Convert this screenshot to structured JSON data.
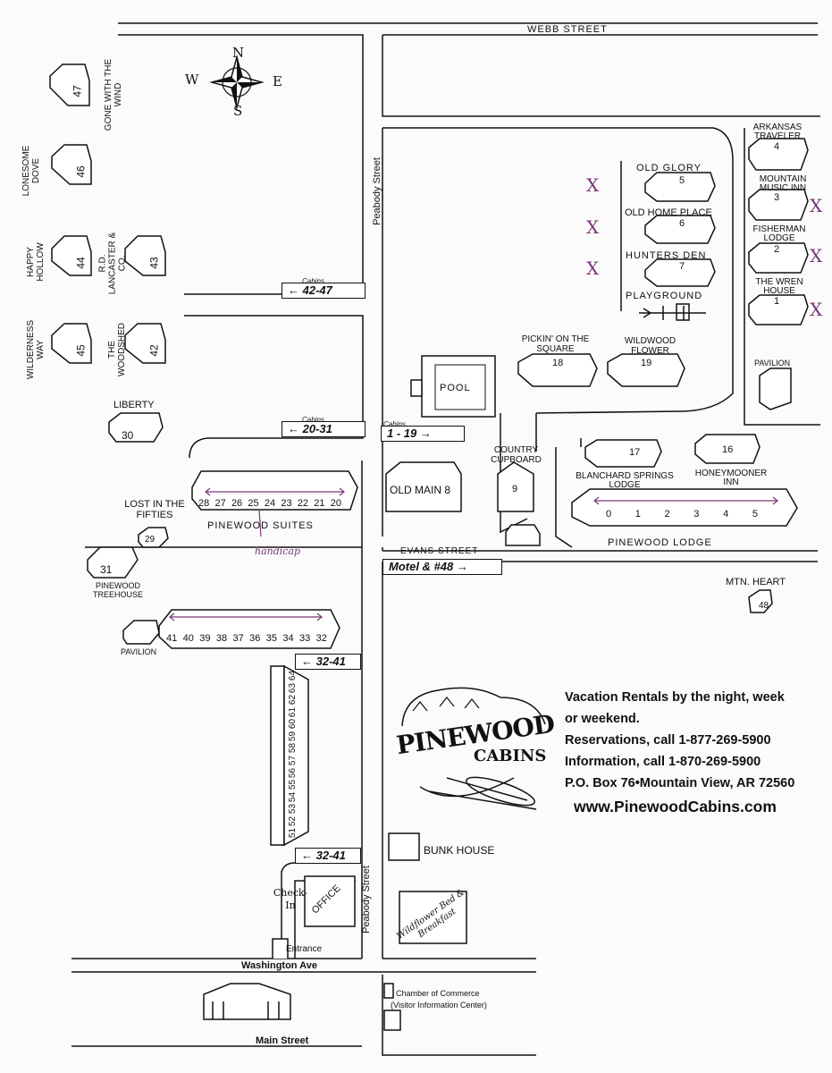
{
  "compass": {
    "n": "N",
    "s": "S",
    "e": "E",
    "w": "W"
  },
  "streets": {
    "webb": "WEBB STREET",
    "peabody_upper": "Peabody Street",
    "peabody_lower": "Peabody Street",
    "evans": "EVANS STREET",
    "washington": "Washington Ave",
    "main": "Main Street"
  },
  "signs": {
    "cabins_small": "Cabins",
    "sign_42_47": "42-47",
    "sign_20_31": "20-31",
    "sign_1_19": "1 - 19",
    "motel": "Motel & #48",
    "sign_32_41_top": "32-41",
    "sign_32_41_bottom": "32-41"
  },
  "cabins": {
    "c47": {
      "num": "47",
      "name": "GONE WITH THE WIND"
    },
    "c46": {
      "num": "46",
      "name": "LONESOME DOVE"
    },
    "c44": {
      "num": "44",
      "name": "HAPPY HOLLOW"
    },
    "c43": {
      "num": "43",
      "name": "R.D. LANCASTER & CO."
    },
    "c45": {
      "num": "45",
      "name": "WILDERNESS WAY"
    },
    "c42": {
      "num": "42",
      "name": "THE WOODSHED"
    },
    "c30": {
      "num": "30",
      "name": "LIBERTY"
    },
    "c29": {
      "num": "29",
      "name": "LOST IN THE FIFTIES"
    },
    "c31": {
      "num": "31",
      "name": "PINEWOOD TREEHOUSE"
    },
    "c4": {
      "num": "4",
      "name": "ARKANSAS TRAVELER"
    },
    "c3": {
      "num": "3",
      "name": "MOUNTAIN MUSIC INN"
    },
    "c2": {
      "num": "2",
      "name": "FISHERMAN LODGE"
    },
    "c1": {
      "num": "1",
      "name": "THE WREN HOUSE"
    },
    "c5": {
      "num": "5",
      "name": "OLD GLORY"
    },
    "c6": {
      "num": "6",
      "name": "OLD HOME PLACE"
    },
    "c7": {
      "num": "7",
      "name": "HUNTERS DEN"
    },
    "c18": {
      "num": "18",
      "name": "PICKIN' ON THE SQUARE"
    },
    "c19": {
      "num": "19",
      "name": "WILDWOOD FLOWER"
    },
    "c17": {
      "num": "17",
      "name": "BLANCHARD SPRINGS LODGE"
    },
    "c16": {
      "num": "16",
      "name": "HONEYMOONER INN"
    },
    "c48": {
      "num": "48",
      "name": "MTN. HEART"
    },
    "c9": {
      "num": "9",
      "name": "COUNTRY CUPBOARD"
    },
    "c8": {
      "name": "OLD MAIN 8"
    }
  },
  "places": {
    "playground": "PLAYGROUND",
    "pool": "POOL",
    "pavilion_right": "PAVILION",
    "pavilion_left": "PAVILION",
    "pinewood_suites": "PINEWOOD SUITES",
    "pinewood_lodge": "PINEWOOD LODGE",
    "bunk_house": "BUNK HOUSE",
    "wildflower": "Wildflower Bed & Breakfast",
    "office": "OFFICE",
    "check_in": "Check-In",
    "entrance": "Entrance",
    "chamber": "Chamber of Commerce",
    "visitor_center": "(Visitor Information Center)"
  },
  "units": {
    "suites": [
      "28",
      "27",
      "26",
      "25",
      "24",
      "23",
      "22",
      "21",
      "20"
    ],
    "lodge": [
      "0",
      "1",
      "2",
      "3",
      "4",
      "5"
    ],
    "row_32_41": [
      "41",
      "40",
      "39",
      "38",
      "37",
      "36",
      "35",
      "34",
      "33",
      "32"
    ],
    "row_51_64": [
      "51",
      "52",
      "53",
      "54",
      "55",
      "56",
      "57",
      "58",
      "59",
      "60",
      "61",
      "62",
      "63",
      "64"
    ]
  },
  "handwritten": {
    "handicap": "handicap",
    "x": "X"
  },
  "logo": {
    "top": "PINEWOOD",
    "bottom": "CABINS"
  },
  "info": {
    "line1": "Vacation Rentals by the night, week",
    "line2": "or weekend.",
    "line3": "Reservations, call 1-877-269-5900",
    "line4": "Information, call 1-870-269-5900",
    "line5": "P.O. Box 76•Mountain View, AR 72560",
    "web": "www.PinewoodCabins.com"
  },
  "colors": {
    "ink": "#111111",
    "annotation": "#7a3878",
    "paper": "#fbfbfb"
  }
}
